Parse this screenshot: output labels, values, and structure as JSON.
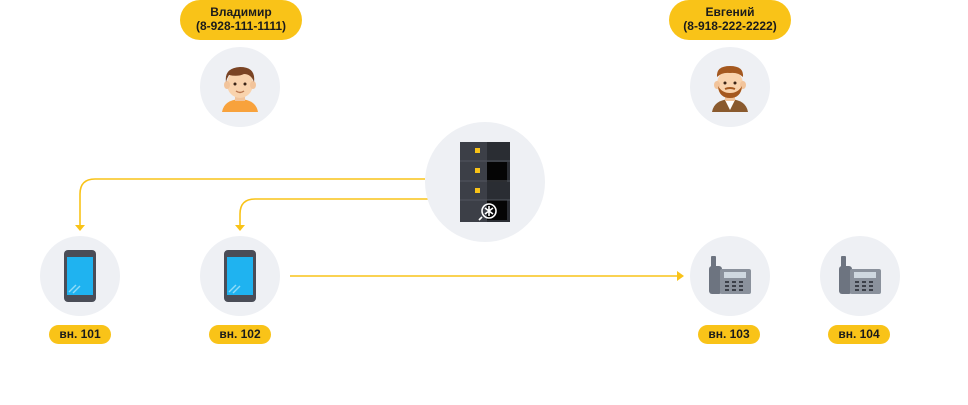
{
  "colors": {
    "accent": "#f9c318",
    "circle": "#eef0f4",
    "connector": "#f9c318"
  },
  "persons": [
    {
      "name": "Владимир",
      "phone": "(8-928-111-1111)",
      "icon": "man-avatar-icon"
    },
    {
      "name": "Евгений",
      "phone": "(8-918-222-2222)",
      "icon": "bearded-man-avatar-icon"
    }
  ],
  "server": {
    "icon": "pbx-server-icon"
  },
  "extensions": [
    {
      "label": "вн. 101",
      "icon": "smartphone-icon"
    },
    {
      "label": "вн. 102",
      "icon": "smartphone-icon"
    },
    {
      "label": "вн. 103",
      "icon": "desk-phone-icon"
    },
    {
      "label": "вн. 104",
      "icon": "desk-phone-icon"
    }
  ]
}
